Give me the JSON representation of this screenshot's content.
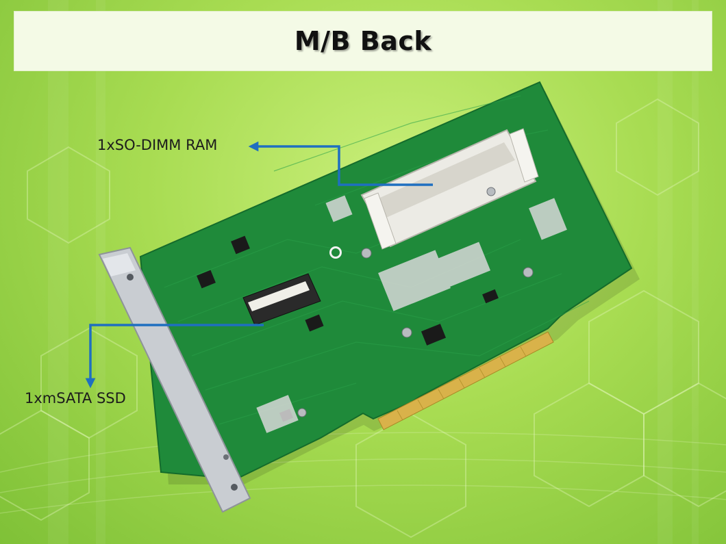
{
  "slide": {
    "title": "M/B Back"
  },
  "callouts": {
    "ram_label": "1xSO-DIMM RAM",
    "ssd_label": "1xmSATA SSD",
    "arrow_color": "#1f6fc0"
  },
  "image": {
    "subject": "pcie-card-back-side"
  },
  "colors": {
    "background": "#a8dc52",
    "pcb_green": "#1f8a3a",
    "title_bar": "#f4fae6"
  }
}
